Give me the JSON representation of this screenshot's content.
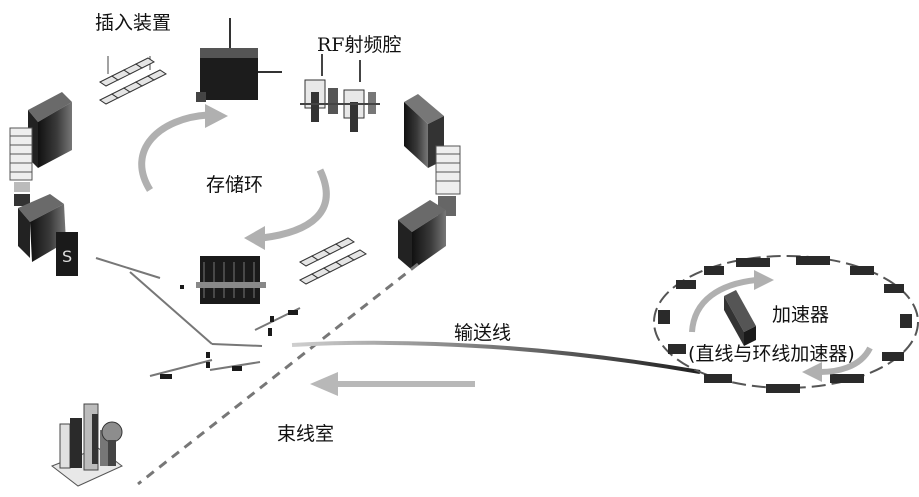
{
  "labels": {
    "insertion_device": "插入装置",
    "rf_cavity": "RF射频腔",
    "storage_ring": "存储环",
    "transfer_line": "输送线",
    "accelerator": "加速器",
    "accelerator_note": "(直线与环线加速器)",
    "beamline_hall": "束线室"
  },
  "colors": {
    "magnet_dark": "#1a1a1a",
    "magnet_mid": "#4a4a4a",
    "arrow_gray": "#b0b0b0",
    "beam_line": "#666666",
    "dashed_line": "#777777"
  }
}
